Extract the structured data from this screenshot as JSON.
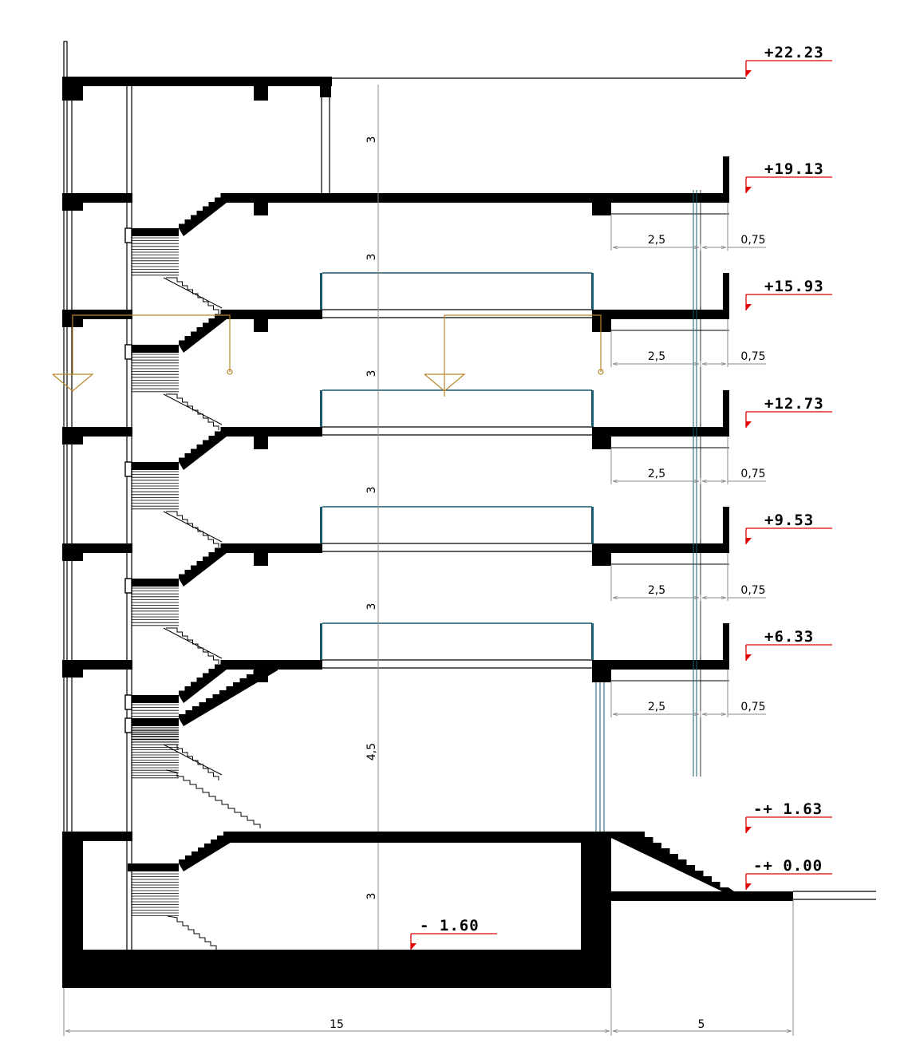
{
  "drawing": {
    "type": "building-cross-section",
    "overall_width": "15",
    "ramp_width": "5"
  },
  "elevations": [
    {
      "id": "roof",
      "label": "+22.23"
    },
    {
      "id": "floor6",
      "label": "+19.13"
    },
    {
      "id": "floor5",
      "label": "+15.93"
    },
    {
      "id": "floor4",
      "label": "+12.73"
    },
    {
      "id": "floor3",
      "label": "+9.53"
    },
    {
      "id": "floor2",
      "label": "+6.33"
    },
    {
      "id": "floor1",
      "label": "-+ 1.63"
    },
    {
      "id": "ground",
      "label": "-+ 0.00"
    },
    {
      "id": "basement",
      "label": "- 1.60"
    }
  ],
  "storey_heights": [
    "3",
    "3",
    "3",
    "3",
    "3",
    "4,5",
    "3"
  ],
  "balcony_dims": {
    "inner": "2,5",
    "outer": "0,75"
  },
  "colors": {
    "structure": "#000000",
    "elevation_marker": "#e00000",
    "glazing": "#1a5a6e",
    "services": "#b8862b",
    "dimension_lines": "#8a8a8a"
  }
}
